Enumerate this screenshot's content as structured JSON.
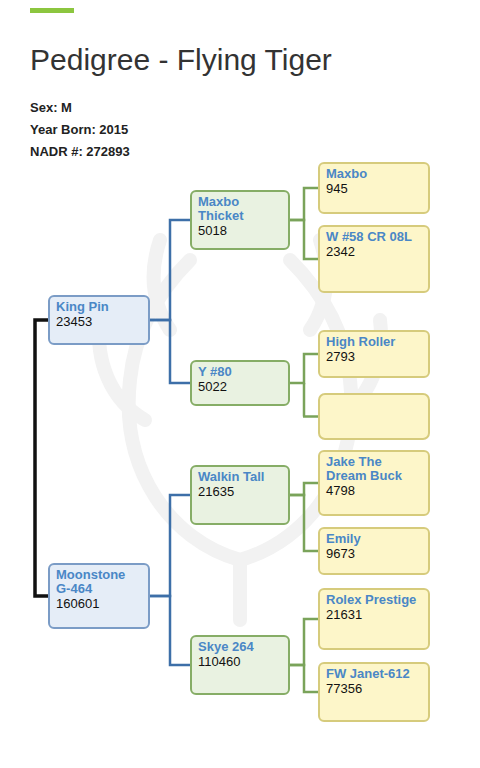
{
  "diagram": {
    "title": "Pedigree - Flying Tiger",
    "nodes": [
      {
        "text": [
          "King Pin",
          "23453"
        ]
      },
      {
        "text": [
          "Moonstone G-464",
          "160601"
        ]
      },
      {
        "text": [
          "Maxbo Thicket",
          "5018"
        ]
      },
      {
        "text": [
          "Y #80",
          "5022"
        ]
      },
      {
        "text": [
          "Walkin Tall",
          "21635"
        ]
      },
      {
        "text": [
          "Skye 264",
          "110460"
        ]
      },
      {
        "text": [
          "Maxbo",
          "945"
        ]
      },
      {
        "text": [
          "W #58 CR 08L",
          "2342"
        ]
      },
      {
        "text": [
          "High Roller",
          "2793"
        ]
      },
      {
        "text": [
          "Jake The Dream Buck",
          "4798"
        ]
      },
      {
        "text": [
          "Emily",
          "9673"
        ]
      },
      {
        "text": [
          "Rolex Prestige",
          "21631"
        ]
      },
      {
        "text": [
          "FW Janet-612",
          "77356"
        ]
      }
    ],
    "edges": [
      {
        "from": 0,
        "to": 1,
        "arrow": "none"
      },
      {
        "from": 0,
        "to": 2,
        "arrow": "none"
      },
      {
        "from": 0,
        "to": 3,
        "arrow": "none"
      },
      {
        "from": 1,
        "to": 4,
        "arrow": "none"
      },
      {
        "from": 1,
        "to": 5,
        "arrow": "none"
      },
      {
        "from": 2,
        "to": 6,
        "arrow": "none"
      },
      {
        "from": 2,
        "to": 7,
        "arrow": "none"
      },
      {
        "from": 3,
        "to": 8,
        "arrow": "none"
      },
      {
        "from": 4,
        "to": 9,
        "arrow": "none"
      },
      {
        "from": 4,
        "to": 10,
        "arrow": "none"
      },
      {
        "from": 5,
        "to": 11,
        "arrow": "none"
      },
      {
        "from": 5,
        "to": 12,
        "arrow": "none"
      }
    ],
    "labels": [
      "Sex: M",
      "Year Born: 2015",
      "NADR #: 272893"
    ]
  }
}
